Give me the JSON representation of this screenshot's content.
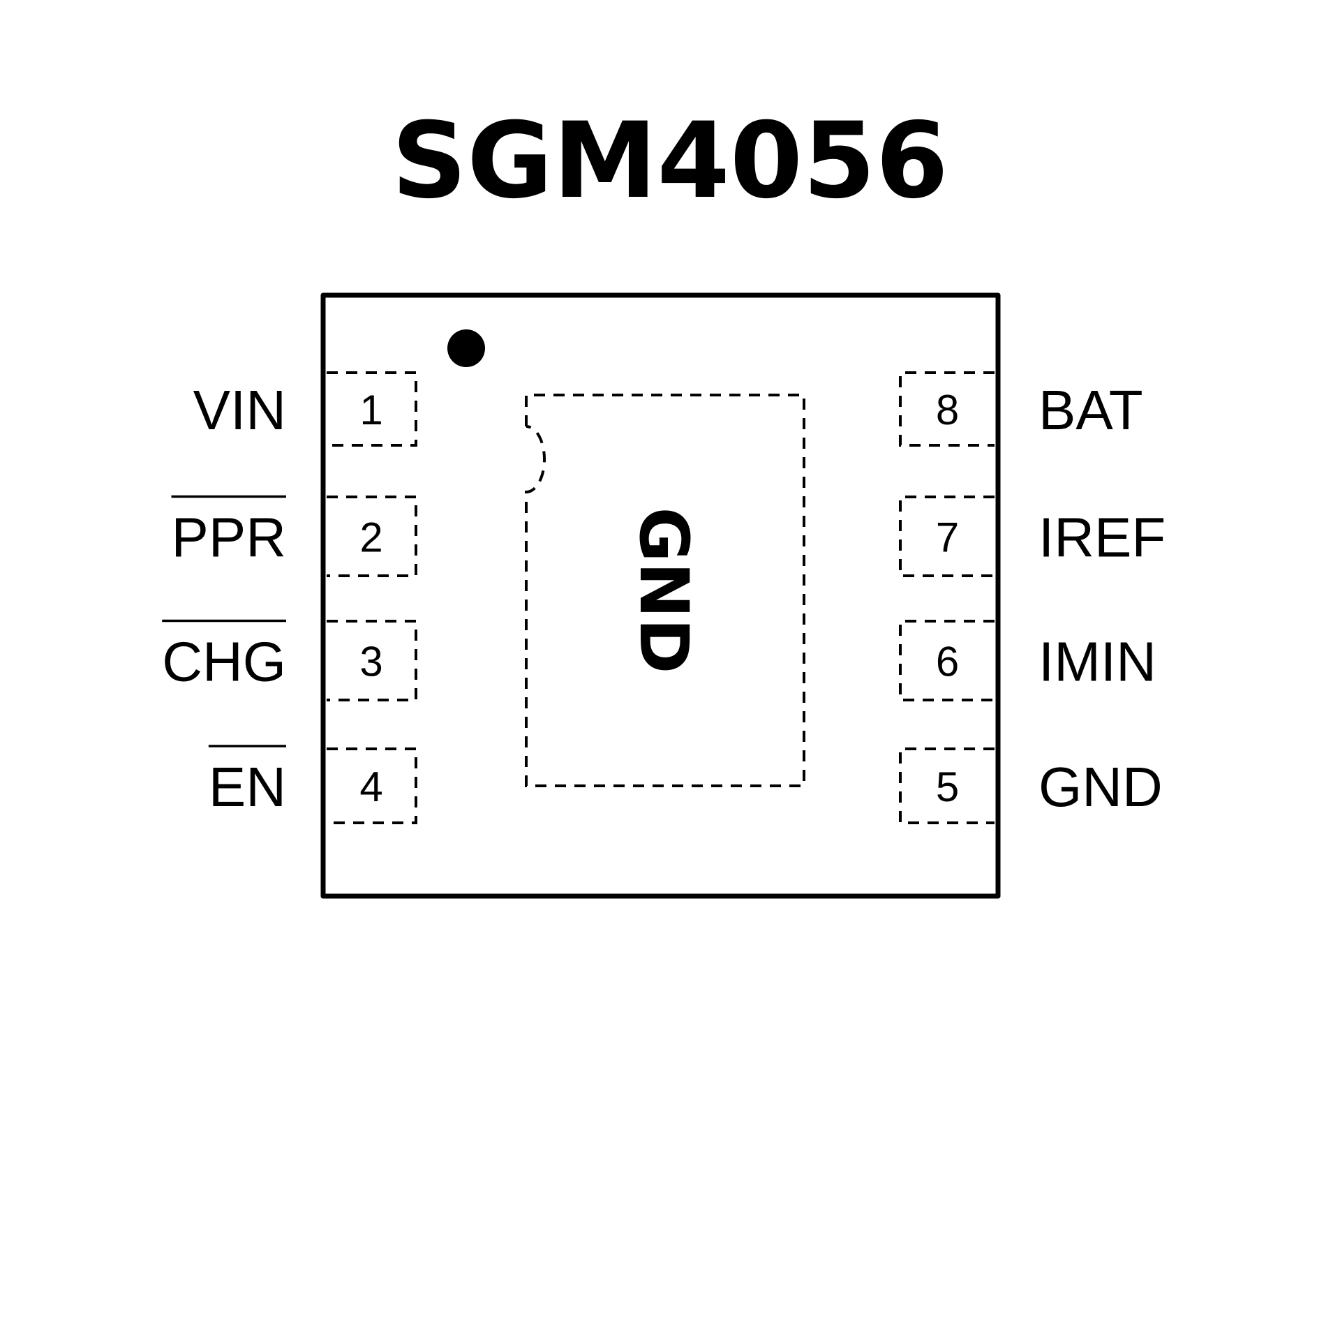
{
  "title": "SGM4056",
  "package": {
    "pin1_marker": "dot-icon",
    "exposed_pad": {
      "label": "GND"
    }
  },
  "pins": [
    {
      "number": "1",
      "name": "VIN",
      "active_low": false,
      "side": "left"
    },
    {
      "number": "2",
      "name": "PPR",
      "active_low": true,
      "side": "left"
    },
    {
      "number": "3",
      "name": "CHG",
      "active_low": true,
      "side": "left"
    },
    {
      "number": "4",
      "name": "EN",
      "active_low": true,
      "side": "left"
    },
    {
      "number": "5",
      "name": "GND",
      "active_low": false,
      "side": "right"
    },
    {
      "number": "6",
      "name": "IMIN",
      "active_low": false,
      "side": "right"
    },
    {
      "number": "7",
      "name": "IREF",
      "active_low": false,
      "side": "right"
    },
    {
      "number": "8",
      "name": "BAT",
      "active_low": false,
      "side": "right"
    }
  ]
}
